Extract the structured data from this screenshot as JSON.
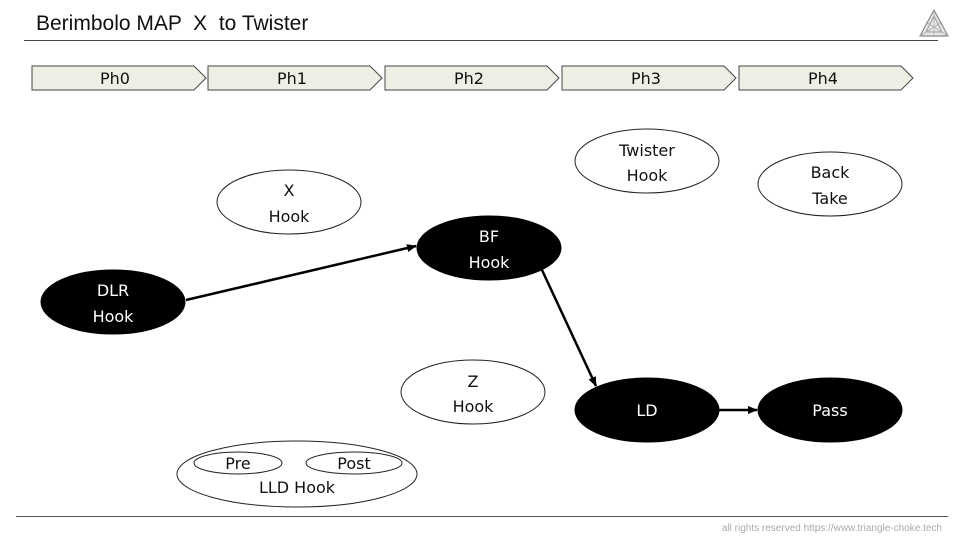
{
  "header": {
    "title": "Berimbolo MAP  X  to Twister"
  },
  "logo": {
    "icon": "triangle-logo-icon"
  },
  "phases": [
    "Ph0",
    "Ph1",
    "Ph2",
    "Ph3",
    "Ph4"
  ],
  "nodes": {
    "x_hook": {
      "line1": "X",
      "line2": "Hook"
    },
    "twister_hook": {
      "line1": "Twister",
      "line2": "Hook"
    },
    "back_take": {
      "line1": "Back",
      "line2": "Take"
    },
    "bf_hook": {
      "line1": "BF",
      "line2": "Hook"
    },
    "dlr_hook": {
      "line1": "DLR",
      "line2": "Hook"
    },
    "z_hook": {
      "line1": "Z",
      "line2": "Hook"
    },
    "ld": {
      "label": "LD"
    },
    "pass": {
      "label": "Pass"
    },
    "lld_hook": {
      "label": "LLD Hook",
      "pre": "Pre",
      "post": "Post"
    }
  },
  "edges": [
    {
      "from": "DLR Hook",
      "to": "BF Hook"
    },
    {
      "from": "BF Hook",
      "to": "LD"
    },
    {
      "from": "LD",
      "to": "Pass"
    }
  ],
  "footer": {
    "text": "all rights reserved https://www.triangle-choke.tech"
  }
}
